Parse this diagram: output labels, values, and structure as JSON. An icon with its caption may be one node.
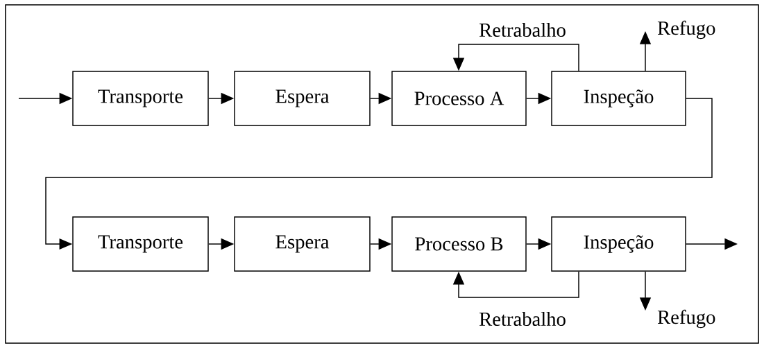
{
  "diagram": {
    "nodes": [
      {
        "text": [
          "Transporte"
        ]
      },
      {
        "text": [
          "Espera"
        ]
      },
      {
        "text": [
          "Processo A"
        ]
      },
      {
        "text": [
          "Inspeção"
        ]
      },
      {
        "text": [
          "Transporte"
        ]
      },
      {
        "text": [
          "Espera"
        ]
      },
      {
        "text": [
          "Processo B"
        ]
      },
      {
        "text": [
          "Inspeção"
        ]
      }
    ],
    "edges": [
      {
        "from": null,
        "to": 0,
        "arrow": "to"
      },
      {
        "from": 0,
        "to": 1,
        "arrow": "to"
      },
      {
        "from": 1,
        "to": 2,
        "arrow": "to"
      },
      {
        "from": 2,
        "to": 3,
        "arrow": "to"
      },
      {
        "from": 3,
        "to": 2,
        "arrow": "to",
        "label": "Retrabalho"
      },
      {
        "from": 3,
        "to": null,
        "arrow": "to",
        "label": "Refugo"
      },
      {
        "from": 3,
        "to": 4,
        "arrow": "to"
      },
      {
        "from": 4,
        "to": 5,
        "arrow": "to"
      },
      {
        "from": 5,
        "to": 6,
        "arrow": "to"
      },
      {
        "from": 6,
        "to": 7,
        "arrow": "to"
      },
      {
        "from": 7,
        "to": 6,
        "arrow": "to",
        "label": "Retrabalho"
      },
      {
        "from": 7,
        "to": null,
        "arrow": "to",
        "label": "Refugo"
      },
      {
        "from": 7,
        "to": null,
        "arrow": "to"
      }
    ]
  }
}
